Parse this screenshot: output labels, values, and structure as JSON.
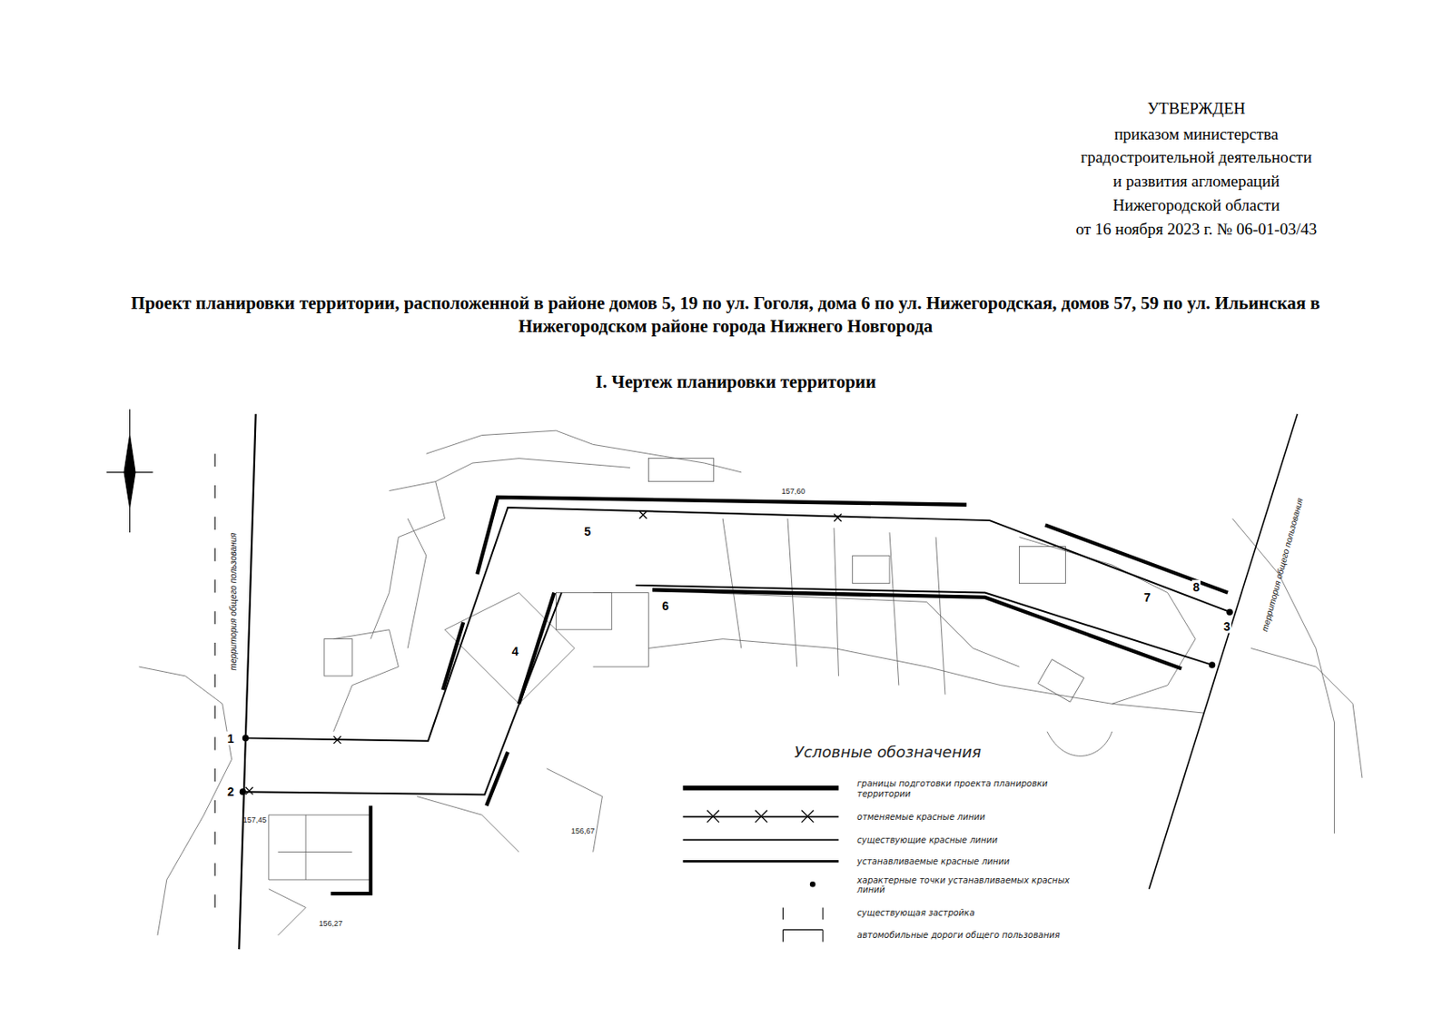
{
  "diagram": {
    "title": "Проект планировки территории, расположенной в районе домов 5, 19 по ул. Гоголя, дома 6 по ул. Нижегородская, домов 57, 59 по ул. Ильинская в Нижегородском районе города Нижнего Новгорода",
    "labels": [
      "УТВЕРЖДЕН",
      "приказом министерства",
      "градостроительной деятельности",
      "и развития агломераций",
      "Нижегородской области",
      "от 16 ноября 2023 г. № 06-01-03/43",
      "I.     Чертеж планировки территории",
      "1",
      "2",
      "3",
      "4",
      "5",
      "6",
      "7",
      "8",
      "территория общего пользования",
      "территория общего пользования",
      "Условные обозначения",
      "157,60",
      "156,67",
      "157,45",
      "156,27"
    ],
    "legend": [
      {
        "text": "границы подготовки проекта планировки территории"
      },
      {
        "text": "отменяемые красные линии"
      },
      {
        "text": "существующие красные линии"
      },
      {
        "text": "устанавливаемые красные линии"
      },
      {
        "text": "характерные точки устанавливаемых красных линий"
      },
      {
        "text": "существующая застройка"
      },
      {
        "text": "автомобильные дороги общего пользования"
      }
    ]
  }
}
